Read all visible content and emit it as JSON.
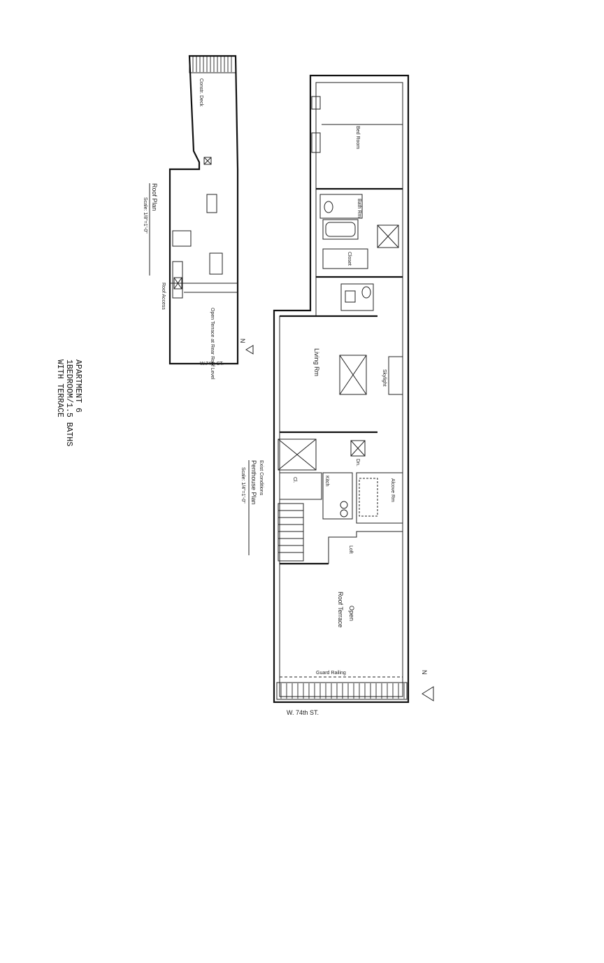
{
  "caption": {
    "line1": "APARTMENT 6",
    "line2": "1BEDROOM/1.5 BATHS",
    "line3": "WITH TERRACE"
  },
  "roof_plan": {
    "title": "Roof Plan",
    "scale": "Scale: 1/8\"=1'-0\"",
    "street": "W.74th ST.",
    "north_label": "N",
    "labels": {
      "constr_deck": "Constr. Deck",
      "open_terrace": "Open Terrace at Rear Roof Level",
      "roof_access": "Roof Access"
    }
  },
  "penthouse_plan": {
    "title": "Penthouse Plan",
    "subtitle": "Exist Conditions",
    "scale": "Scale: 1/4\"=1'-0\"",
    "street": "W. 74th ST.",
    "north_label": "N",
    "rooms": {
      "bedroom": "Bed Room",
      "bath": "Bath Rm.",
      "closet": "Closet",
      "living": "Living Rm",
      "alcove": "Alcove Rm",
      "kitchen": "Kitch",
      "cl": "Cl.",
      "dn": "Dn.",
      "open_terrace": "Open",
      "roof_terrace": "Roof Terrace",
      "guard_railing": "Guard Railing",
      "skylight": "Skylight",
      "loft": "Loft"
    }
  }
}
